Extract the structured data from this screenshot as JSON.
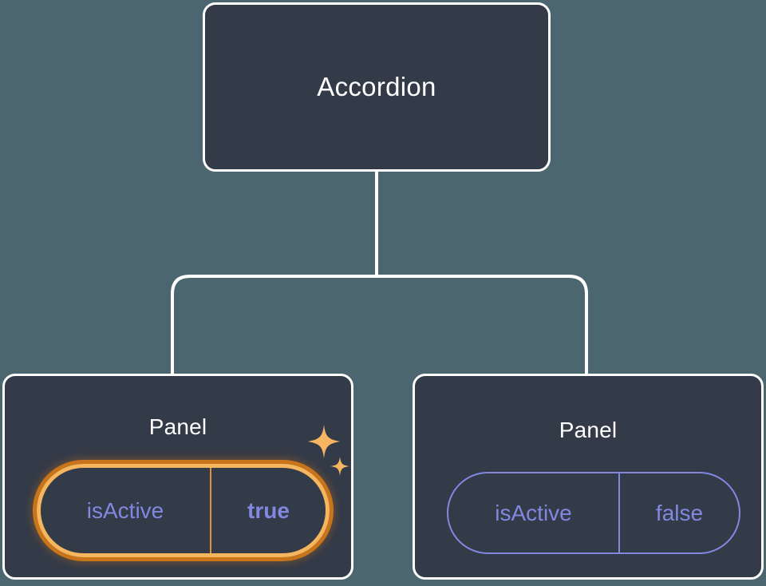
{
  "canvas": {
    "background_color": "#4C6670",
    "node_fill_color": "#333A48",
    "node_border_color": "#FFFFFF",
    "edge_color": "#FFFFFF",
    "prop_text_color": "#8288E0",
    "highlight_outer_color": "#C8741A",
    "highlight_inner_color": "#F6B65E",
    "sparkle_color": "#F7B563"
  },
  "tree": {
    "root": {
      "title": "Accordion"
    },
    "children": [
      {
        "title": "Panel",
        "highlighted": true,
        "prop": {
          "key": "isActive",
          "value": "true",
          "value_bold": true
        }
      },
      {
        "title": "Panel",
        "highlighted": false,
        "prop": {
          "key": "isActive",
          "value": "false",
          "value_bold": false
        }
      }
    ]
  }
}
